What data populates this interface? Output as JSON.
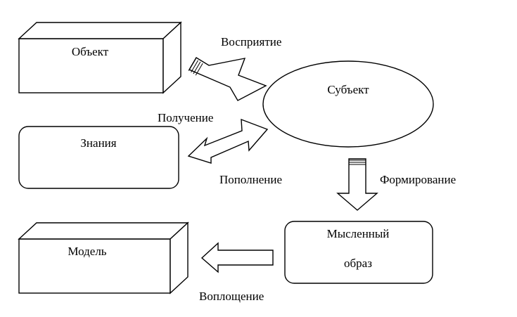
{
  "nodes": {
    "object": "Объект",
    "subject": "Субъект",
    "knowledge": "Знания",
    "model": "Модель",
    "mental_image_line1": "Мысленный",
    "mental_image_line2": "образ"
  },
  "edges": {
    "perception": "Восприятие",
    "receiving": "Получение",
    "replenishment": "Пополнение",
    "forming": "Формирование",
    "embodiment": "Воплощение"
  }
}
